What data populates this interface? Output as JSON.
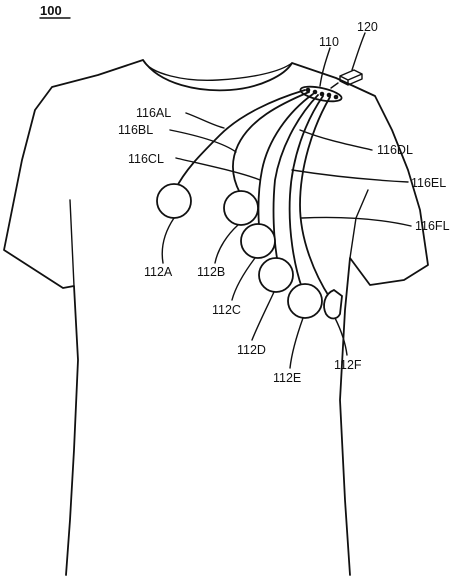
{
  "figure_number": "100",
  "labels": {
    "hub": "110",
    "connector": "120",
    "lead_a": "116AL",
    "lead_b": "116BL",
    "lead_c": "116CL",
    "lead_d": "116DL",
    "lead_e": "116EL",
    "lead_f": "116FL",
    "electrode_a": "112A",
    "electrode_b": "112B",
    "electrode_c": "112C",
    "electrode_d": "112D",
    "electrode_e": "112E",
    "electrode_f": "112F"
  }
}
